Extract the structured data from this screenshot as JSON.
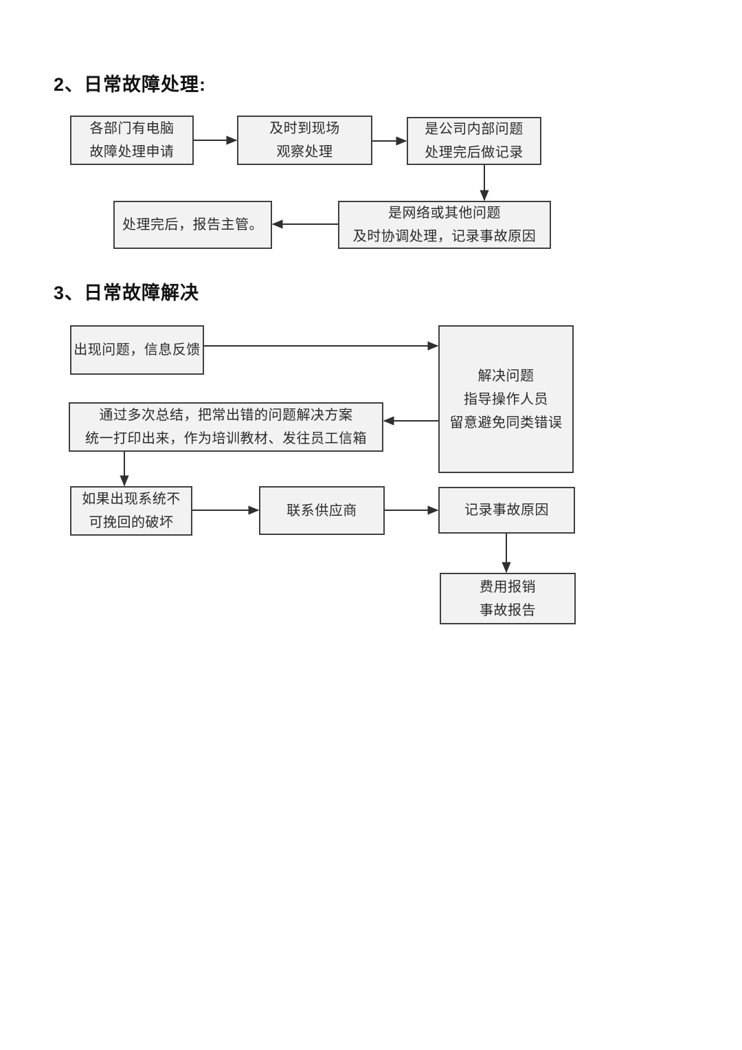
{
  "document": {
    "type": "flowchart-page"
  },
  "colors": {
    "background": "#ffffff",
    "box_fill": "#f2f2f2",
    "box_border": "#3f3f3f",
    "arrow": "#2f2f2f",
    "text": "#2b2b2b"
  },
  "sections": [
    {
      "title": "2、日常故障处理:",
      "nodes": [
        {
          "id": "dept-request",
          "label": "各部门有电脑\n故障处理申请"
        },
        {
          "id": "onsite-check",
          "label": "及时到现场\n观察处理"
        },
        {
          "id": "internal-issue",
          "label": "是公司内部问题\n处理完后做记录"
        },
        {
          "id": "report-supervisor",
          "label": "处理完后，报告主管。"
        },
        {
          "id": "network-issue",
          "label": "是网络或其他问题\n及时协调处理，记录事故原因"
        }
      ]
    },
    {
      "title": "3、日常故障解决",
      "nodes": [
        {
          "id": "problem-feedback",
          "label": "出现问题，信息反馈"
        },
        {
          "id": "solve-problem",
          "label": "解决问题\n指导操作人员\n留意避免同类错误"
        },
        {
          "id": "summarize-print",
          "label": "通过多次总结，把常出错的问题解决方案\n统一打印出来，作为培训教材、发往员工信箱"
        },
        {
          "id": "system-damage",
          "label": "如果出现系统不\n可挽回的破坏"
        },
        {
          "id": "contact-supplier",
          "label": "联系供应商"
        },
        {
          "id": "record-cause",
          "label": "记录事故原因"
        },
        {
          "id": "expense-report",
          "label": "费用报销\n事故报告"
        }
      ]
    }
  ]
}
